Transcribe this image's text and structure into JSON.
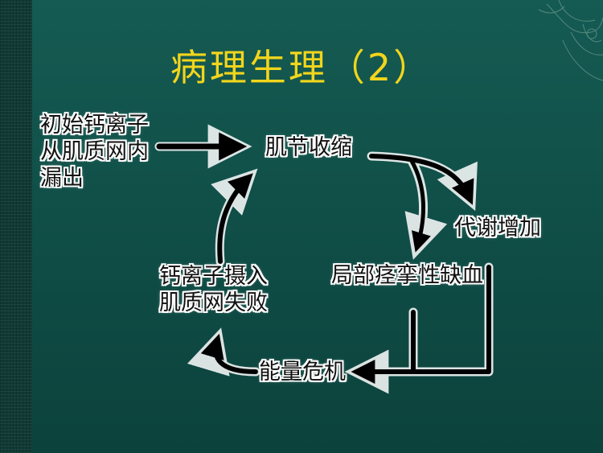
{
  "slide": {
    "title": "病理生理（2）",
    "colors": {
      "background": "#0f4d46",
      "title": "#f2d51c",
      "node_text": "#111111",
      "arrow": "#000000",
      "arrow_halo": "#ffffff"
    }
  },
  "nodes": {
    "calcium_leak": {
      "lines": [
        "初始钙离子",
        "从肌质网内",
        "漏出"
      ]
    },
    "muscle_contraction": {
      "label": "肌节收缩"
    },
    "metabolism_increase": {
      "label": "代谢增加"
    },
    "local_ischemia": {
      "label": "局部痉挛性缺血"
    },
    "energy_crisis": {
      "label": "能量危机"
    },
    "calcium_uptake_failure": {
      "lines": [
        "钙离子摄入",
        "肌质网失败"
      ]
    }
  }
}
